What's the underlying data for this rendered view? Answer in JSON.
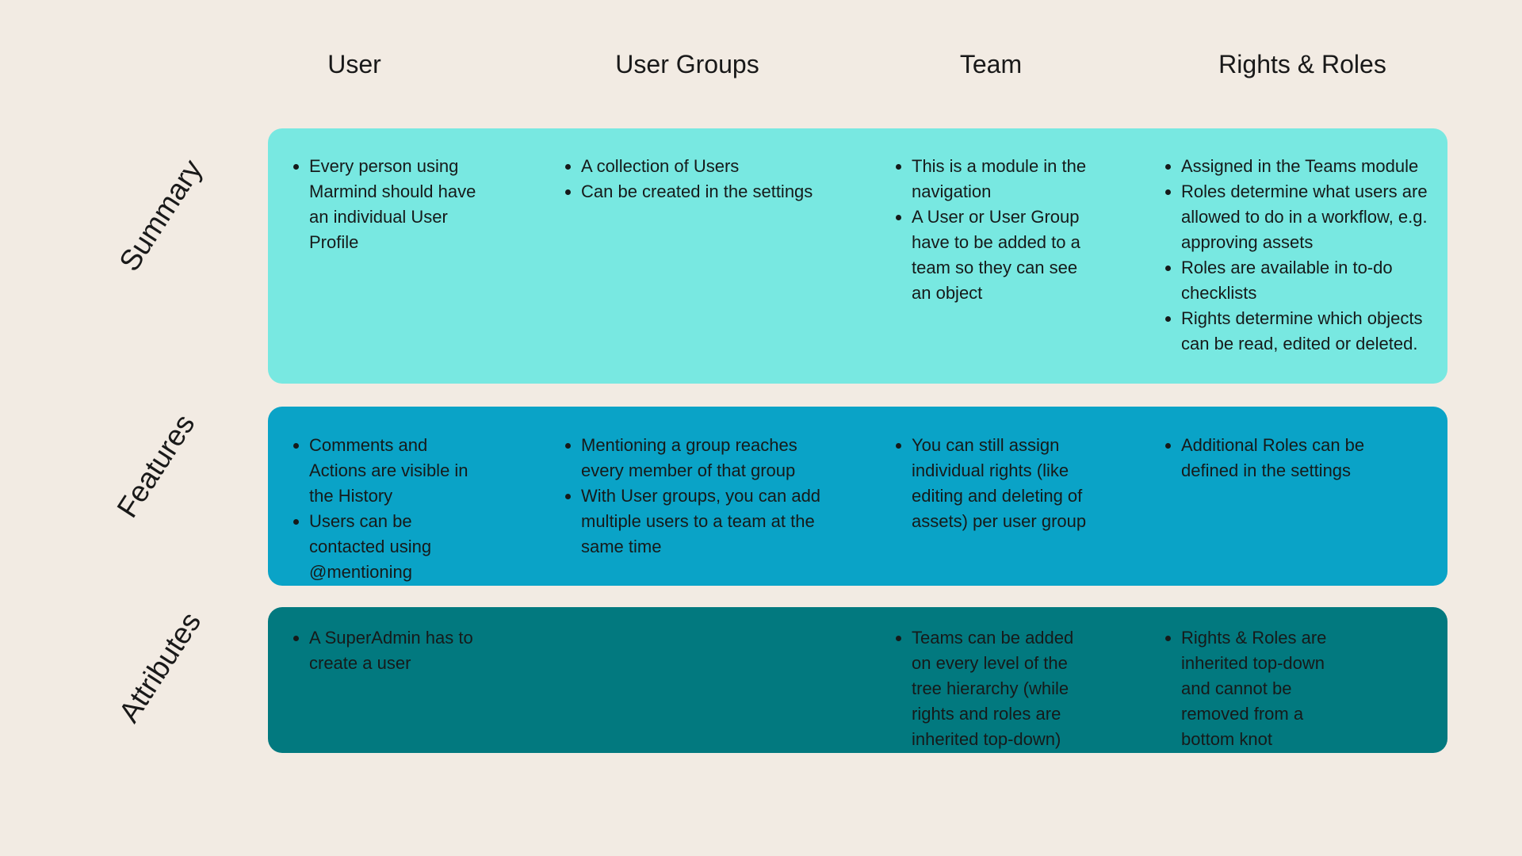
{
  "palette": {
    "background": "#F2EBE3",
    "summary_row": "#78E8E1",
    "features_row": "#0AA3C7",
    "attributes_row": "#02797F",
    "heading": "#191919",
    "text_dark": "#161A1A"
  },
  "columns": [
    "User",
    "User Groups",
    "Team",
    "Rights & Roles"
  ],
  "rows": [
    {
      "label": "Summary",
      "cells": [
        {
          "bullets": [
            "Every person using\nMarmind should have\nan individual User\nProfile"
          ]
        },
        {
          "bullets": [
            "A collection of Users",
            "Can be created in the settings"
          ]
        },
        {
          "bullets": [
            "This is a module in the\nnavigation",
            "A User or User Group\nhave to be added to a\nteam so they can see\nan object"
          ]
        },
        {
          "bullets": [
            "Assigned in the Teams module",
            "Roles determine what users are\nallowed to do in a workflow, e.g.\napproving assets",
            "Roles are available in to-do\nchecklists",
            "Rights determine which objects\ncan be read, edited or deleted."
          ]
        }
      ]
    },
    {
      "label": "Features",
      "cells": [
        {
          "bullets": [
            "Comments and\nActions are visible in\nthe History",
            "Users can be\ncontacted using\n@mentioning"
          ]
        },
        {
          "bullets": [
            "Mentioning a group reaches\nevery member of that group",
            "With User groups, you can add\nmultiple users to a team at the\nsame time"
          ]
        },
        {
          "bullets": [
            "You can still assign\nindividual rights (like\nediting and deleting of\nassets) per user group"
          ]
        },
        {
          "bullets": [
            "Additional Roles can be\ndefined in the settings"
          ]
        }
      ]
    },
    {
      "label": "Attributes",
      "cells": [
        {
          "bullets": [
            "A SuperAdmin has to\ncreate a user"
          ]
        },
        {
          "bullets": []
        },
        {
          "bullets": [
            "Teams can be added\non every level of the\ntree hierarchy (while\nrights and roles are\ninherited top-down)"
          ]
        },
        {
          "bullets": [
            "Rights & Roles are\ninherited top-down\nand cannot be\nremoved from a\nbottom knot"
          ]
        }
      ]
    }
  ]
}
